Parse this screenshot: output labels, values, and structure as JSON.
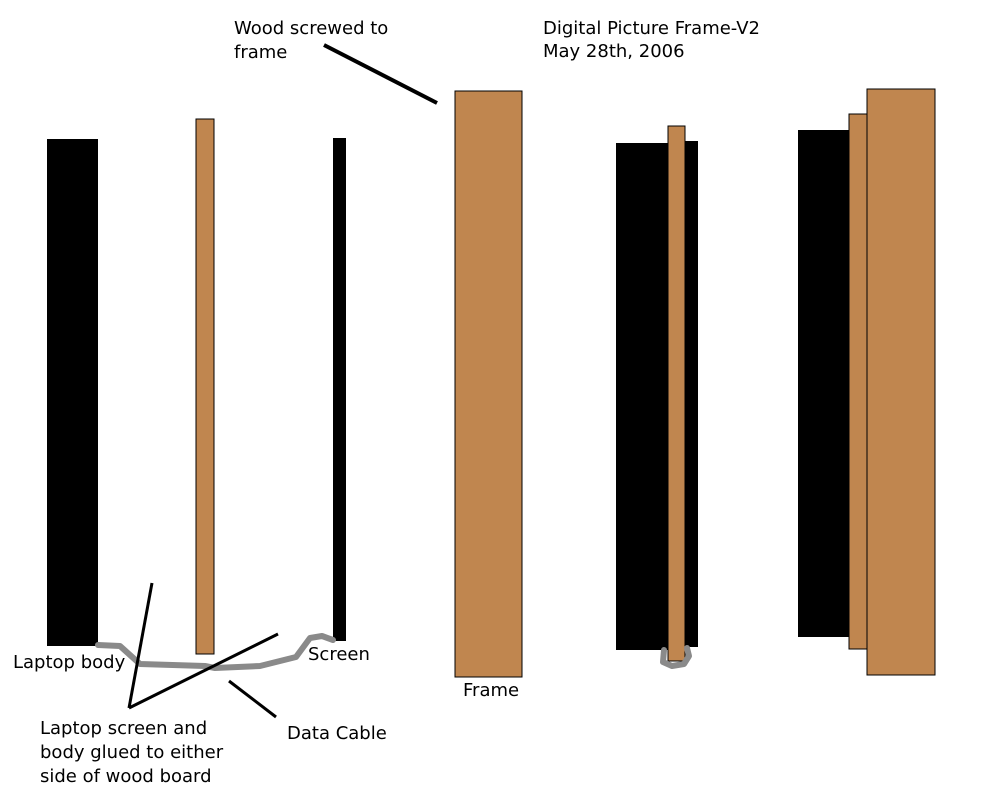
{
  "title": "Digital Picture Frame-V2",
  "date": "May 28th, 2006",
  "labels": {
    "wood_screwed": [
      "Wood screwed to",
      "frame"
    ],
    "laptop_body": "Laptop body",
    "screen": "Screen",
    "frame": "Frame",
    "data_cable": "Data Cable",
    "glued_note": [
      "Laptop screen and",
      "body glued to either",
      "side of wood board"
    ]
  },
  "colors": {
    "wood": "#C0864F",
    "laptop": "#000000",
    "cable": "#8A8A8A",
    "background": "#FFFFFF"
  }
}
